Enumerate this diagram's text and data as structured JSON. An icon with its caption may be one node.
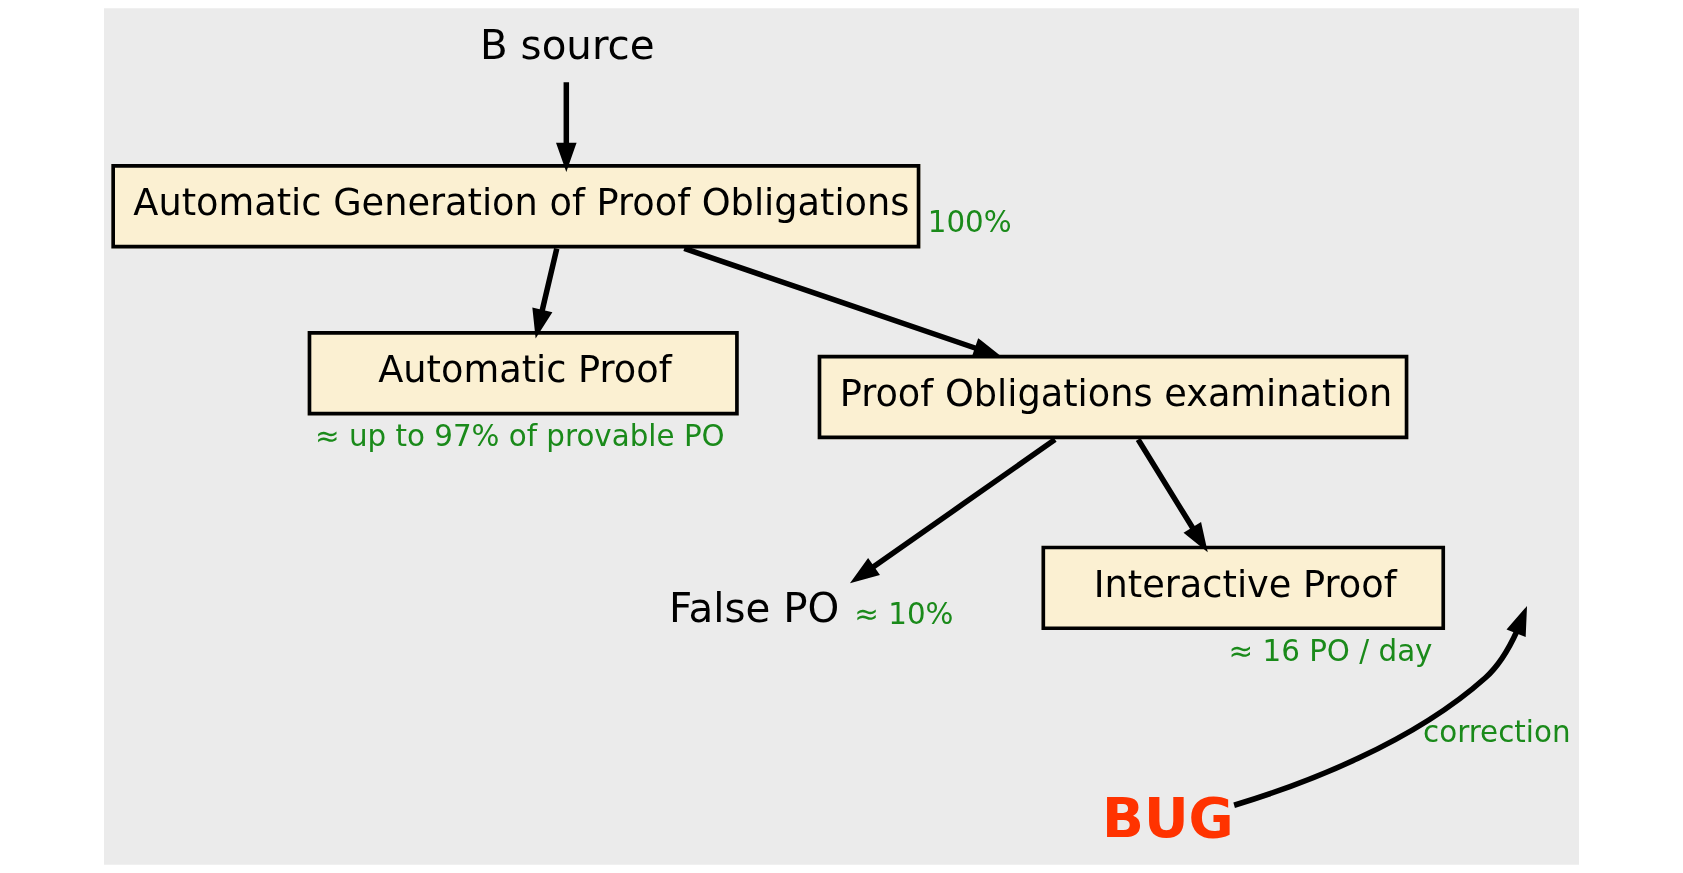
{
  "diagram": {
    "nodes": [
      {
        "text": [
          "B source"
        ]
      },
      {
        "text": [
          "Automatic Generation of Proof Obligations"
        ],
        "beside": [
          "100%"
        ]
      },
      {
        "text": [
          "Automatic Proof"
        ],
        "beside": [
          "≈ up to 97% of provable PO"
        ]
      },
      {
        "text": [
          "Proof Obligations examination"
        ]
      },
      {
        "text": [
          "False PO"
        ],
        "beside": [
          "≈ 10%"
        ]
      },
      {
        "text": [
          "Interactive Proof"
        ],
        "beside": [
          "≈ 16 PO / day"
        ]
      },
      {
        "text": [
          "BUG"
        ]
      }
    ],
    "edges": [
      {
        "from": 0,
        "to": 1,
        "arrow": "to"
      },
      {
        "from": 1,
        "to": 2,
        "arrow": "to"
      },
      {
        "from": 1,
        "to": 3,
        "arrow": "to"
      },
      {
        "from": 3,
        "to": 4,
        "arrow": "to"
      },
      {
        "from": 3,
        "to": 5,
        "arrow": "to"
      },
      {
        "from": 6,
        "to": null,
        "arrow": "to",
        "label": "correction"
      }
    ]
  }
}
